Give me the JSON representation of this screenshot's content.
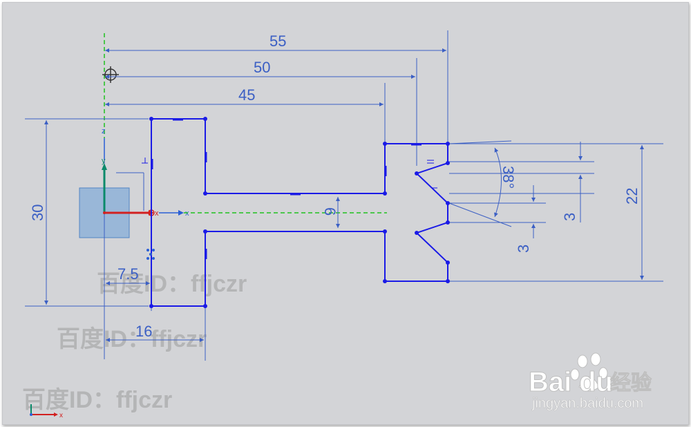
{
  "colors": {
    "canvas": "#d3d4d7",
    "sketch": "#1a1ae6",
    "dimension": "#3b5fc4",
    "datum_green": "#1ec21e",
    "axis_x": "#d22020",
    "axis_y": "#0a8a6a",
    "axis_z": "#2a5fd6",
    "plane_fill": "#8fb3d9",
    "watermark": "#9c9c9c"
  },
  "dimensions": {
    "d55": "55",
    "d50": "50",
    "d45": "45",
    "d30": "30",
    "d22": "22",
    "d38": "38°",
    "d3a": "3",
    "d3b": "3",
    "d6": "6",
    "d7_5": "7.5",
    "d16": "16"
  },
  "axes": {
    "x": "x",
    "y": "y",
    "z": "z"
  },
  "watermarks": [
    "百度ID：ffjczr",
    "百度ID：ffjczr",
    "百度ID：ffjczr"
  ],
  "logo": {
    "brand": "Bai",
    "brand_du": "du",
    "suffix": "经验",
    "url": "jingyan.baidu.com"
  },
  "icons": [
    "crosshair-icon",
    "datum-csys-icon",
    "paw-logo-icon"
  ]
}
